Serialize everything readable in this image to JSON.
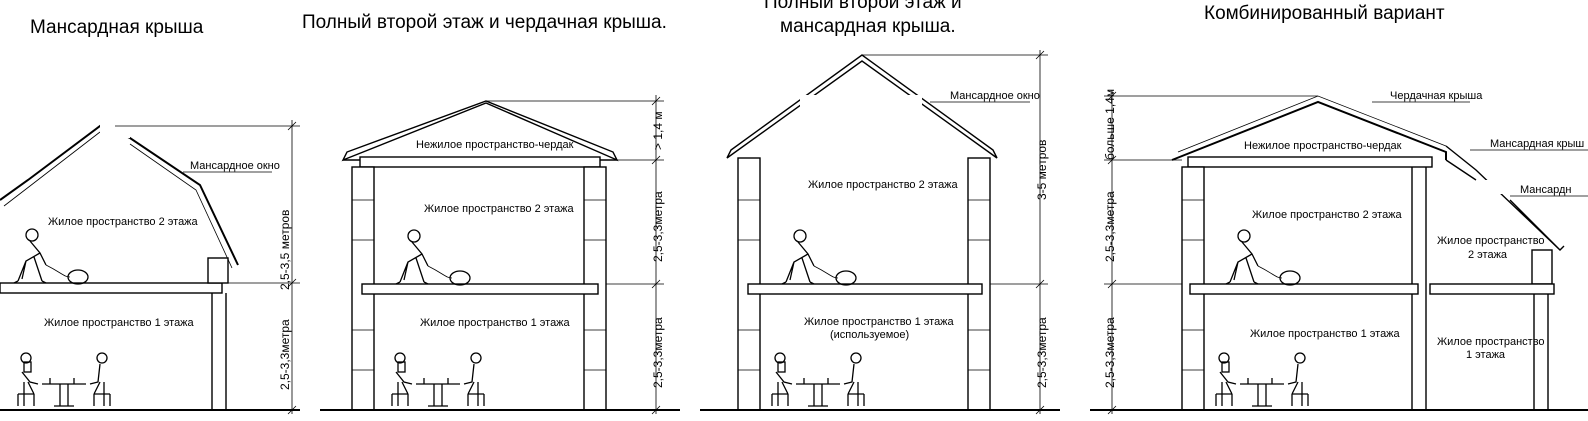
{
  "titles": {
    "p1": "Мансардная крыша",
    "p2": "Полный второй этаж и чердачная крыша.",
    "p3_line1": "Полный второй этаж и",
    "p3_line2": "мансардная крыша.",
    "p4": "Комбинированный вариант"
  },
  "labels": {
    "p1_window": "Мансардное окно",
    "p1_floor2": "Жилое пространство 2 этажа",
    "p1_floor1": "Жилое пространство 1 этажа",
    "p1_dim_top": "2,5-3,5  метров",
    "p1_dim_bottom": "2,5-3,3метра",
    "p2_attic": "Нежилое пространство-чердак",
    "p2_floor2": "Жилое пространство 2 этажа",
    "p2_floor1": "Жилое пространство 1 этажа",
    "p2_dim_attic": "> 1,4 м",
    "p2_dim_mid": "2,5-3,3метра",
    "p2_dim_bottom": "2,5-3,3метра",
    "p3_window": "Мансардное окно",
    "p3_floor2": "Жилое пространство 2 этажа",
    "p3_floor1_a": "Жилое пространство 1 этажа",
    "p3_floor1_b": "(используемое)",
    "p3_dim_top": "3-5 метров",
    "p3_dim_bottom": "2,5-3,3метра",
    "p4_roof": "Чердачная крыша",
    "p4_window1": "Мансардная крыш",
    "p4_window2": "Мансардн",
    "p4_attic": "Нежилое пространство-чердак",
    "p4_floor2": "Жилое пространство 2 этажа",
    "p4_floor1": "Жилое пространство 1 этажа",
    "p4_side2_a": "Жилое пространство",
    "p4_side2_b": "2 этажа",
    "p4_side1_a": "Жилое пространство",
    "p4_side1_b": "1 этажа",
    "p4_dim_attic": "больше 1,4м",
    "p4_dim_mid": "2,5-3,3метра",
    "p4_dim_bottom": "2,5-3,3метра"
  }
}
